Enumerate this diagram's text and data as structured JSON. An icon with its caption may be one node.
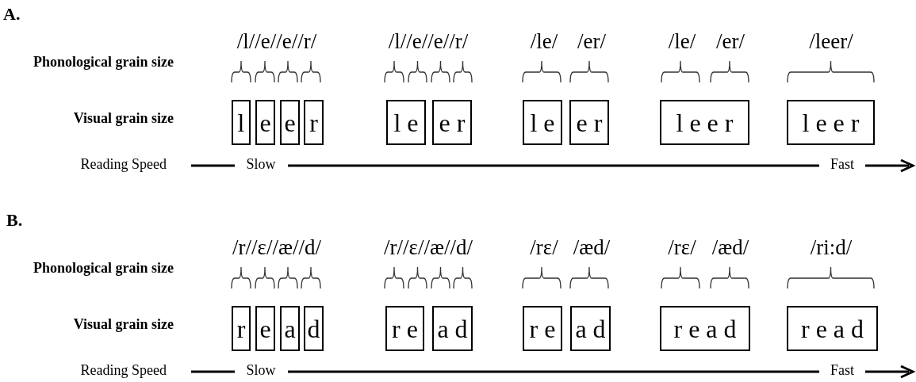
{
  "diagram": {
    "nodes": [
      {
        "text": [
          "l"
        ]
      },
      {
        "text": [
          "e"
        ]
      },
      {
        "text": [
          "e"
        ]
      },
      {
        "text": [
          "r"
        ]
      },
      {
        "text": [
          "l e"
        ]
      },
      {
        "text": [
          "e r"
        ]
      },
      {
        "text": [
          "l e"
        ]
      },
      {
        "text": [
          "e r"
        ]
      },
      {
        "text": [
          "l e e r"
        ]
      },
      {
        "text": [
          "l e e r"
        ]
      },
      {
        "text": [
          "r"
        ]
      },
      {
        "text": [
          "e"
        ]
      },
      {
        "text": [
          "a"
        ]
      },
      {
        "text": [
          "d"
        ]
      },
      {
        "text": [
          "r e"
        ]
      },
      {
        "text": [
          "a d"
        ]
      },
      {
        "text": [
          "r e"
        ]
      },
      {
        "text": [
          "a d"
        ]
      },
      {
        "text": [
          "r e a d"
        ]
      },
      {
        "text": [
          "r e a d"
        ]
      }
    ],
    "labels": [
      "A.",
      "/l//e//e//r/",
      "/l//e//e//r/",
      "/le/",
      "/er/",
      "/le/",
      "/er/",
      "/leer/",
      "Phonological grain size",
      "Visual grain size",
      "Reading Speed",
      "Slow",
      "Fast",
      "B.",
      "/r//ε//æ//d/",
      "/r//ε//æ//d/",
      "/rε/",
      "/æd/",
      "/rε/",
      "/æd/",
      "/ri:d/",
      "Phonological grain size",
      "Visual grain size",
      "Reading Speed",
      "Slow",
      "Fast"
    ]
  }
}
